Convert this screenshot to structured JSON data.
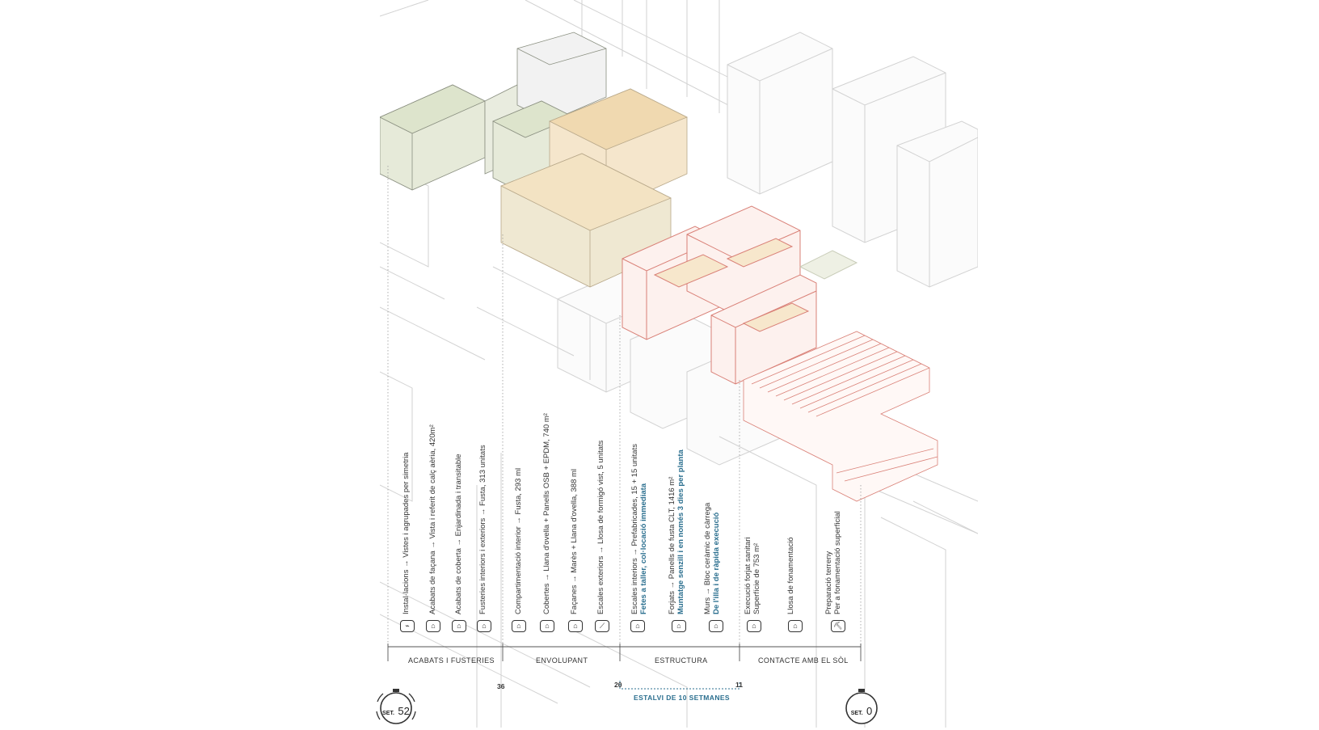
{
  "columns": [
    {
      "id": "installacions",
      "text": "Instal·lacions → Vistes i agrupades per simetria"
    },
    {
      "id": "facana",
      "text": "Acabats de façana → Vista i referit de calç aèria, 420m²"
    },
    {
      "id": "coberta",
      "text": "Acabats de coberta → Enjardinada i transitable"
    },
    {
      "id": "fusteries",
      "text": "Fusteries interiors i exteriors → Fusta, 313 unitats"
    },
    {
      "id": "compartimentacio",
      "text": "Compartimentació interior → Fusta, 293 ml"
    },
    {
      "id": "cobertes",
      "text": "Cobertes → Llana d'ovella + Panells OSB + EPDM, 740 m²"
    },
    {
      "id": "facanes",
      "text": "Façanes → Marès + Llana d'ovella, 388 ml"
    },
    {
      "id": "escales-ext",
      "text": "Escales exteriors → Llosa de formigó vist, 5 unitats"
    },
    {
      "id": "escales-int",
      "text": "Escales interiors → Prefabricades, 15 + 15 unitats",
      "highlight": "Fetes a taller, col·locació immediata"
    },
    {
      "id": "forjats",
      "text": "Forjats → Panells de fusta CLT, 1416 m²",
      "highlight": "Muntatge senzill i en només 3 dies per planta"
    },
    {
      "id": "murs",
      "text": "Murs → Bloc ceràmic de càrrega",
      "highlight": "De l'illa i de ràpida execució"
    },
    {
      "id": "forjat-sanitari",
      "text": "Execució forjat sanitari",
      "sub": "Superfície de 753 m²"
    },
    {
      "id": "fonamentacio",
      "text": "Llosa de fonamentació"
    },
    {
      "id": "preparacio",
      "text": "Preparació terreny",
      "sub": "Per a fonamentació superficial"
    }
  ],
  "phases": [
    {
      "id": "acabats",
      "label": "ACABATS I FUSTERIES"
    },
    {
      "id": "envolupant",
      "label": "ENVOLUPANT"
    },
    {
      "id": "estructura",
      "label": "ESTRUCTURA"
    },
    {
      "id": "contacte",
      "label": "CONTACTE AMB EL SÒL"
    }
  ],
  "weeks": {
    "w36": "36",
    "w20": "20",
    "w11": "11"
  },
  "saving": "ESTALVI DE 10 SETMANES",
  "timers": {
    "start_label": "SET.",
    "start_value": "52",
    "end_label": "SET.",
    "end_value": "0"
  },
  "colors": {
    "green": "#dde4cc",
    "beige": "#f5e6cc",
    "red": "#d98077",
    "accent": "#2b6f8f"
  }
}
